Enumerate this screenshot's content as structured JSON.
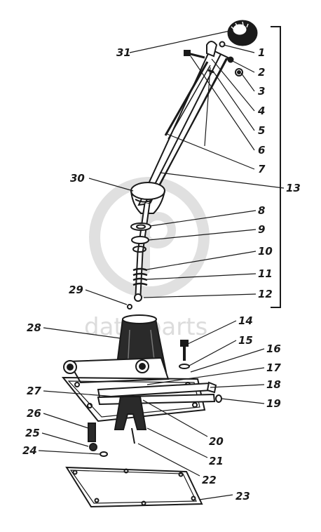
{
  "diagram": {
    "part_numbers": {
      "n1": "1",
      "n2": "2",
      "n3": "3",
      "n4": "4",
      "n5": "5",
      "n6": "6",
      "n7": "7",
      "n8": "8",
      "n9": "9",
      "n10": "10",
      "n11": "11",
      "n12": "12",
      "n13": "13",
      "n14": "14",
      "n15": "15",
      "n16": "16",
      "n17": "17",
      "n18": "18",
      "n19": "19",
      "n20": "20",
      "n21": "21",
      "n22": "22",
      "n23": "23",
      "n24": "24",
      "n25": "25",
      "n26": "26",
      "n27": "27",
      "n28": "28",
      "n29": "29",
      "n30": "30",
      "n31": "31"
    },
    "watermark": {
      "text": "data-parts",
      "color": "#d4d4d4"
    },
    "colors": {
      "ink": "#1a1a1a",
      "background": "#ffffff",
      "watermark_logo": "#e0e0e0"
    }
  }
}
